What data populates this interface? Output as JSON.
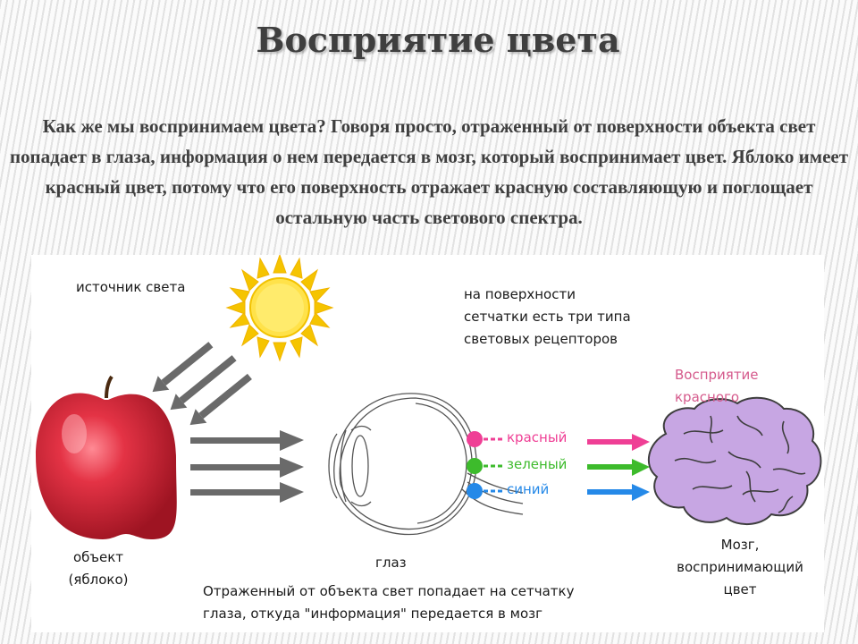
{
  "title": "Восприятие цвета",
  "intro": "Как же мы воспринимаем цвета? Говоря просто, отраженный от поверхности объекта свет попадает в глаза, информация о нем передается в мозг, который воспринимает цвет. Яблоко имеет красный цвет, потому что его поверхность отражает красную составляющую и поглощает остальную часть светового спектра.",
  "diagram": {
    "light_source_label": "источник света",
    "receptors_note": "на поверхности\nсетчатки есть три типа\nсветовых рецепторов",
    "perception_label": "Восприятие\nкрасного",
    "object_label": "объект\n(яблоко)",
    "eye_label": "глаз",
    "brain_label": "Мозг,\nвоспринимающий\nцвет",
    "caption": "Отраженный от объекта свет попадает на сетчатку\nглаза, откуда \"информация\" передается в мозг",
    "receptors": [
      {
        "name": "красный",
        "color": "#ef3f95"
      },
      {
        "name": "зеленый",
        "color": "#3dbb2c"
      },
      {
        "name": "синий",
        "color": "#2589e8"
      }
    ]
  },
  "colors": {
    "title": "#3f3f3f",
    "apple": "#d72b3d",
    "sun": "#f7d214",
    "brain": "#c7a6e3",
    "arrow": "#666666"
  }
}
